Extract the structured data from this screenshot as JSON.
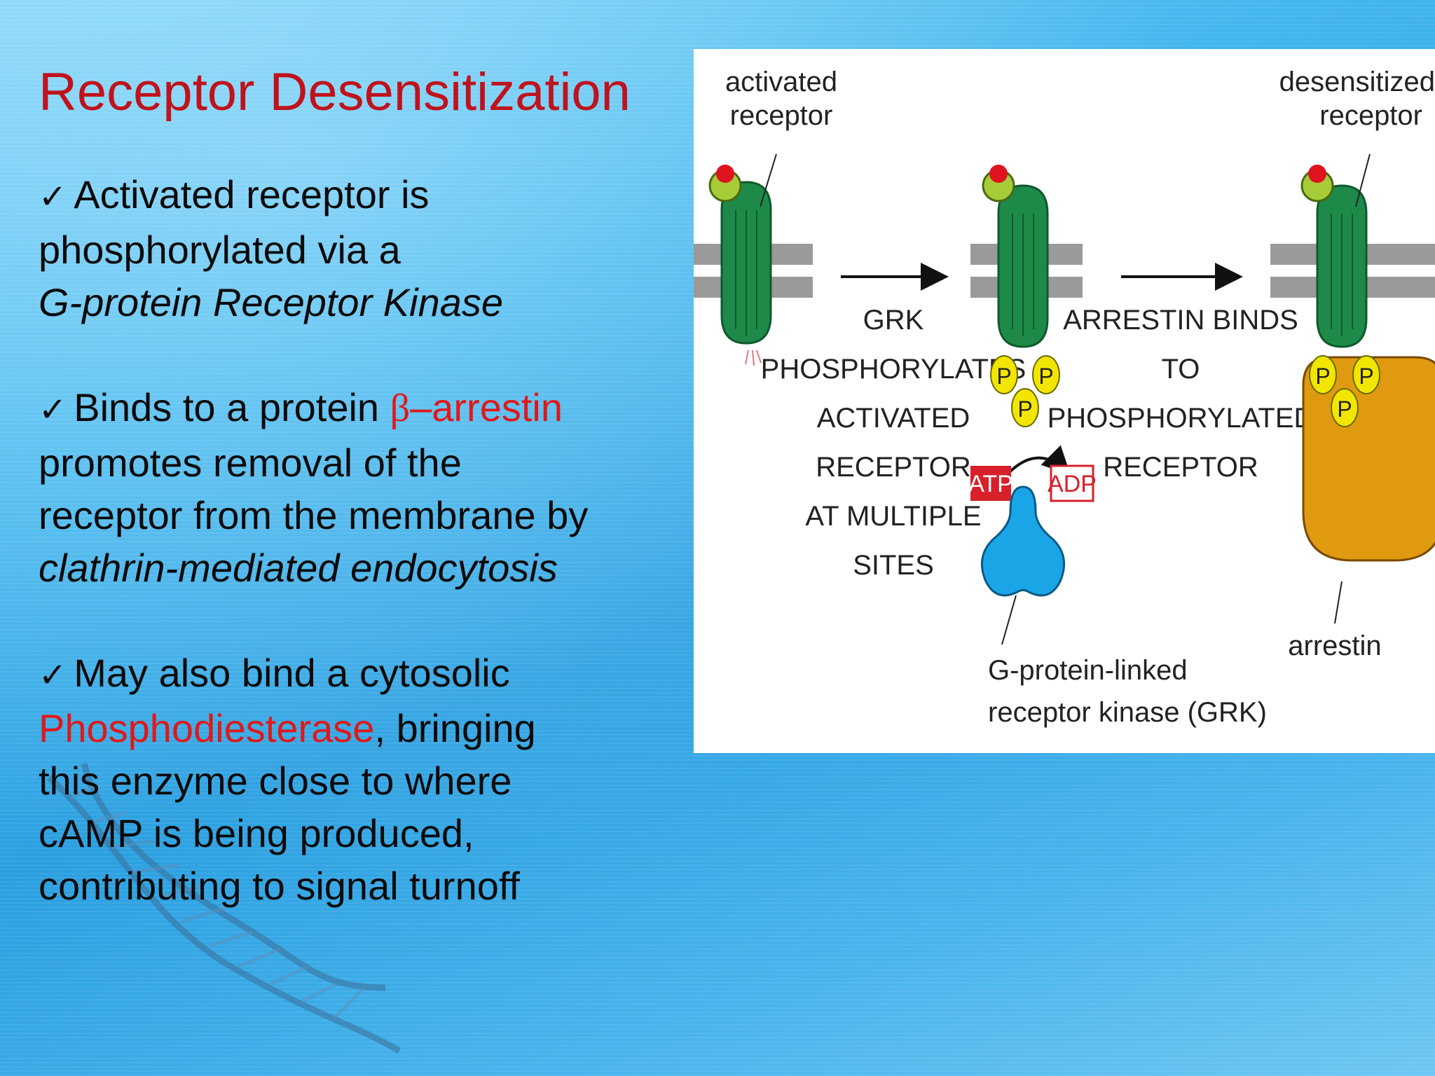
{
  "slide": {
    "title": "Receptor Desensitization",
    "bullets": [
      {
        "check": "✓",
        "line1": "Activated receptor is",
        "line2": "phosphorylated via a",
        "line3_italic": "G-protein Receptor Kinase"
      },
      {
        "check": "✓",
        "prefix": "Binds to a protein ",
        "beta": "β",
        "highlight": "–arrestin",
        "line2": "promotes removal of the",
        "line3": "receptor from the membrane by",
        "line4_italic": "clathrin-mediated endocytosis"
      },
      {
        "check": "✓",
        "line1": "May also bind a cytosolic",
        "highlight": "Phosphodiesterase",
        "line2_rest": ", bringing",
        "line3": "this enzyme close to where",
        "line4": "cAMP is being produced,",
        "line5": "contributing to signal turnoff"
      }
    ]
  },
  "figure": {
    "activated_receptor_1": "activated",
    "activated_receptor_2": "receptor",
    "desensitized_1": "desensitized",
    "desensitized_2": "receptor",
    "step1_lines": [
      "GRK",
      "PHOSPHORYLATES",
      "ACTIVATED",
      "RECEPTOR",
      "AT MULTIPLE",
      "SITES"
    ],
    "step2_lines": [
      "ARRESTIN BINDS",
      "TO",
      "PHOSPHORYLATED",
      "RECEPTOR"
    ],
    "atp": "ATP",
    "adp": "ADP",
    "phosphate": "P",
    "grk_1": "G-protein-linked",
    "grk_2": "receptor kinase (GRK)",
    "arrestin": "arrestin"
  },
  "colors": {
    "title": "#c0121c",
    "highlight": "#e01818",
    "receptor": "#1e8a4a",
    "membrane": "#9a9a9a",
    "phosphate": "#f2e600",
    "grk": "#1aa6e6",
    "arrestin": "#e09a10",
    "atp_fill": "#d8202a"
  },
  "icons": [
    "check-icon",
    "dna-helix-icon",
    "arrow-icon"
  ]
}
